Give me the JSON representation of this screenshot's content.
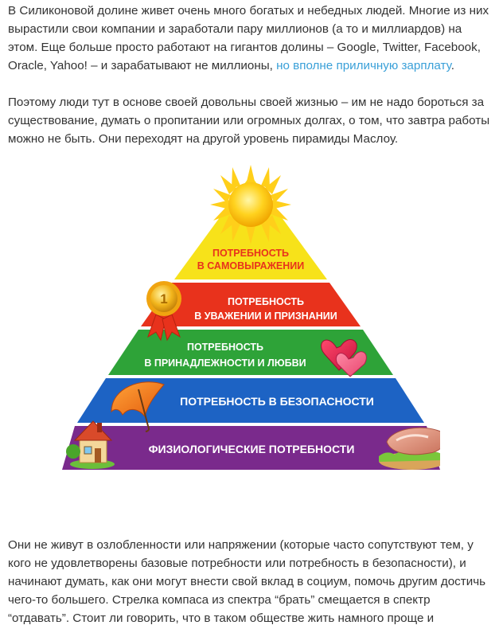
{
  "article": {
    "paragraph1": {
      "text_before_link": "В Силиконовой долине живет очень много богатых и небедных людей. Многие из них вырастили свои компании и заработали пару миллионов (а то и миллиардов) на этом. Еще больше просто работают на гигантов долины – Google, Twitter, Facebook, Oracle, Yahoo! – и зарабатывают не миллионы, ",
      "link_text": "но вполне приличную зарплату",
      "text_after_link": "."
    },
    "paragraph2": "Поэтому люди тут в основе своей довольны своей жизнью – им не надо бороться за существование, думать о пропитании или огромных долгах, о том, что завтра работы можно не быть. Они переходят на другой уровень пирамиды Маслоу.",
    "paragraph3": "Они не живут в озлобленности или напряжении (которые часто сопутствуют тем, у кого не удовлетворены базовые потребности или потребность в безопасности), и начинают думать, как они могут внести свой вклад в социум, помочь другим достичь чего-то большего. Стрелка компаса из спектра “брать” смещается в спектр “отдавать”. Стоит ли говорить, что в таком обществе жить намного проще и приятнее?"
  },
  "pyramid": {
    "tiers": [
      {
        "line1": "ПОТРЕБНОСТЬ",
        "line2": "В САМОВЫРАЖЕНИИ",
        "color": "#f7e21a"
      },
      {
        "line1": "ПОТРЕБНОСТЬ",
        "line2": "В УВАЖЕНИИ И ПРИЗНАНИИ",
        "color": "#e8321c"
      },
      {
        "line1": "ПОТРЕБНОСТЬ",
        "line2": "В ПРИНАДЛЕЖНОСТИ И ЛЮБВИ",
        "color": "#2ea338"
      },
      {
        "line1": "ПОТРЕБНОСТЬ В БЕЗОПАСНОСТИ",
        "color": "#1d63c4"
      },
      {
        "line1": "ФИЗИОЛОГИЧЕСКИЕ ПОТРЕБНОСТИ",
        "color": "#7a2a8c"
      }
    ],
    "icons": [
      "sun-icon",
      "medal-icon",
      "heart-icon",
      "umbrella-icon",
      "house-icon",
      "meat-sandwich-icon"
    ]
  },
  "colors": {
    "text": "#333333",
    "link": "#3aa0d8",
    "tier1_text": "#e8321c",
    "tier_text_light": "#ffffff"
  }
}
